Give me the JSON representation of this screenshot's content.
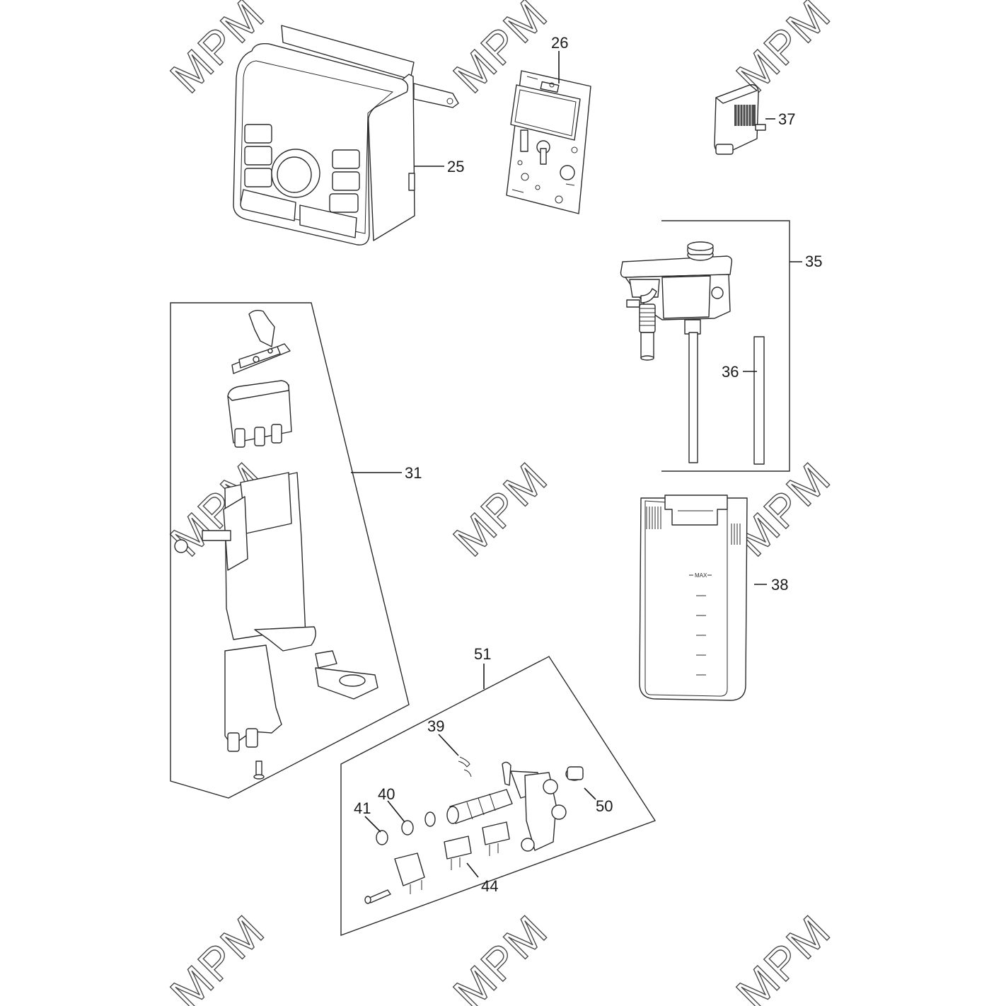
{
  "watermark": "MPM",
  "labels": {
    "l25": "25",
    "l26": "26",
    "l31": "31",
    "l35": "35",
    "l36": "36",
    "l37": "37",
    "l38": "38",
    "l39": "39",
    "l40": "40",
    "l41": "41",
    "l44": "44",
    "l50": "50",
    "l51": "51"
  },
  "tank_marking": "MAX",
  "colors": {
    "line": "#2b2b2b",
    "background": "#ffffff"
  }
}
